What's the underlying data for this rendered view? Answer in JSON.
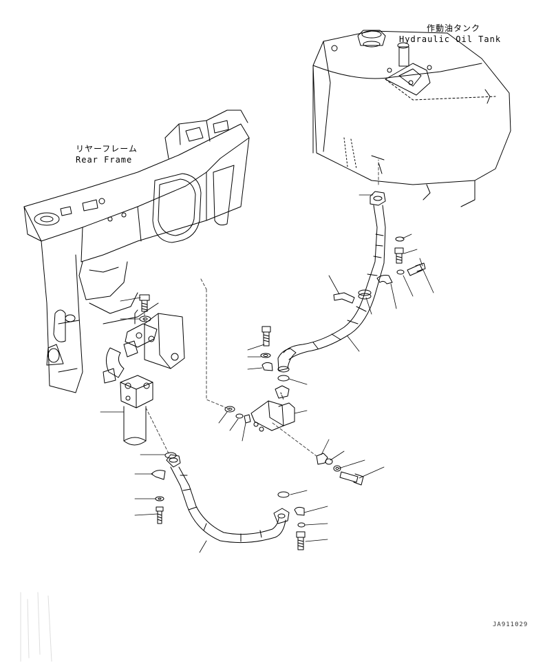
{
  "labels": {
    "tank_jp": "作動油タンク",
    "tank_en": "Hydraulic Oil Tank",
    "frame_jp": "リヤーフレーム",
    "frame_en": "Rear Frame",
    "drawing_code": "JA911029"
  },
  "colors": {
    "line": "#000000",
    "background": "#ffffff"
  }
}
